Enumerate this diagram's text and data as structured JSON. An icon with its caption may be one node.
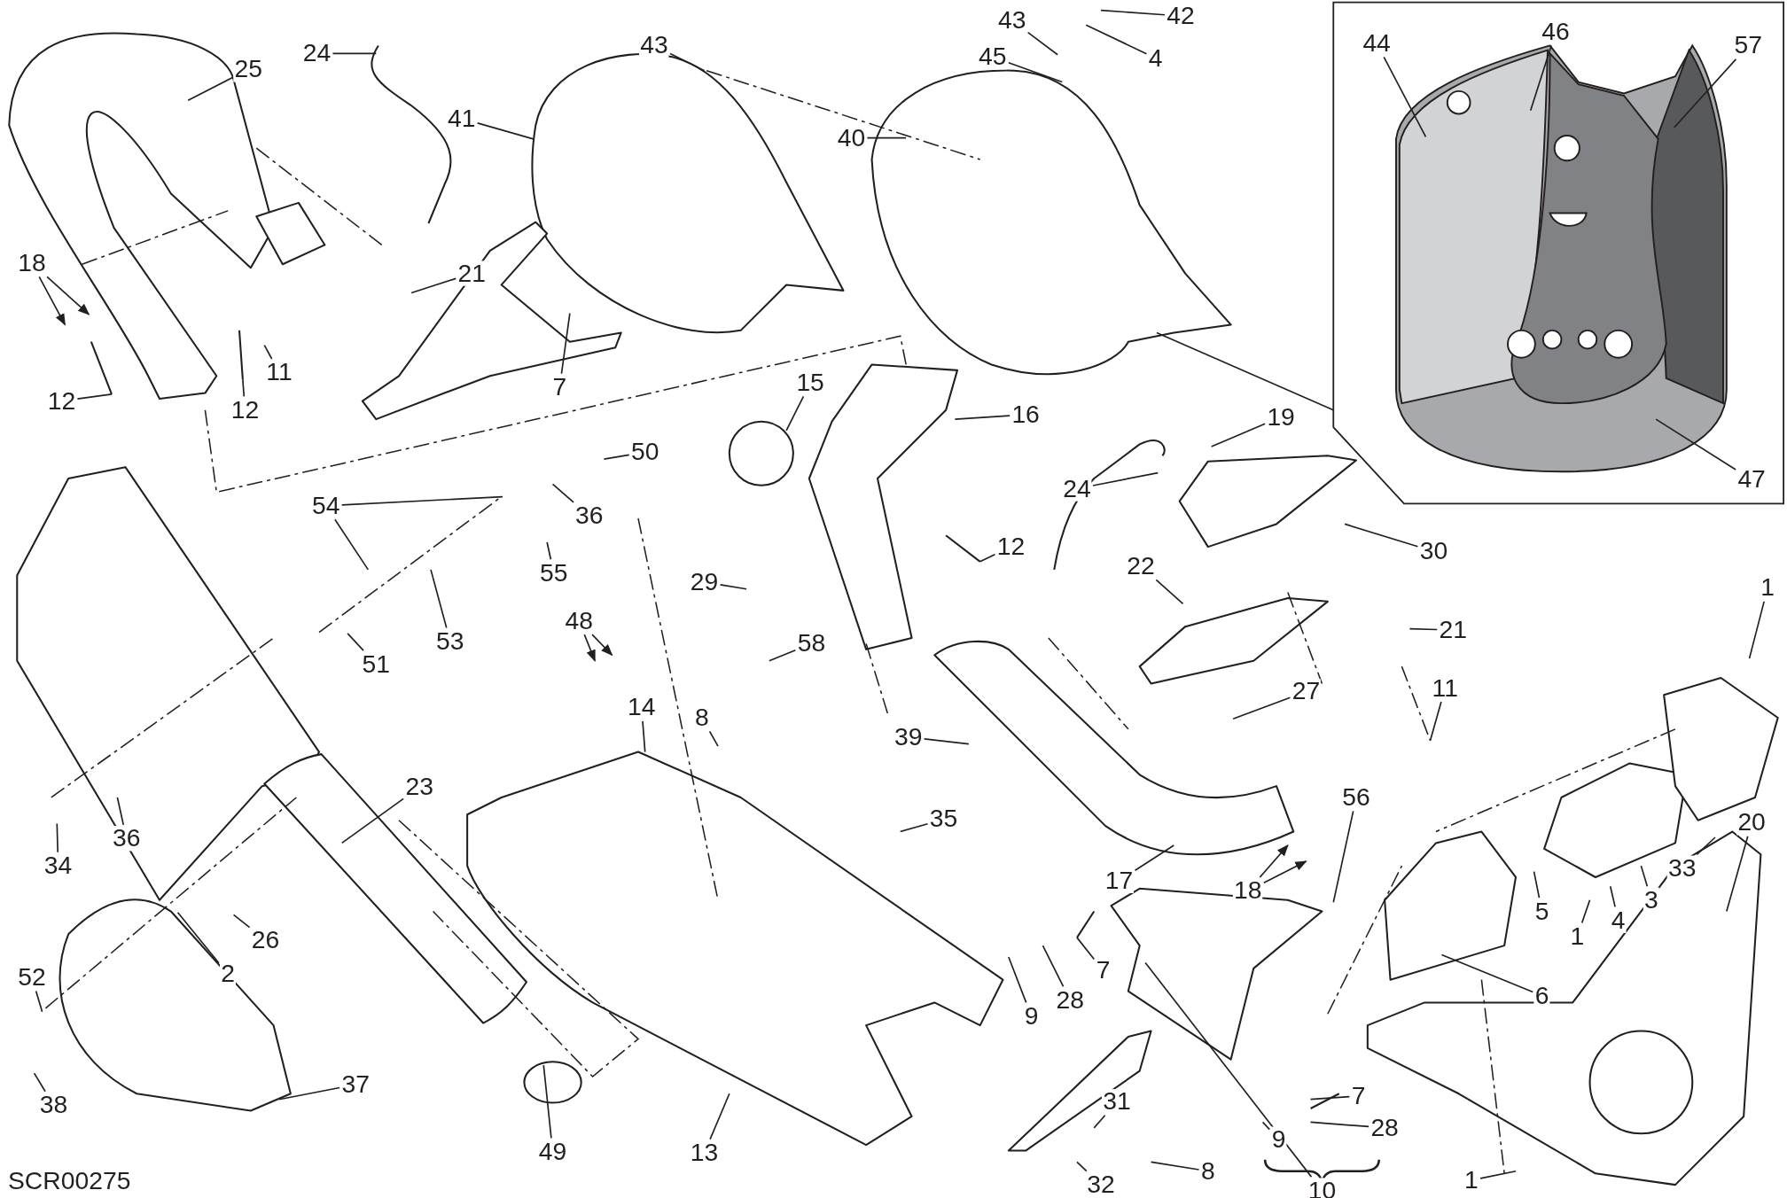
{
  "diagram": {
    "nodes": [
      {
        "text": [
          "25"
        ]
      },
      {
        "text": [
          "24"
        ]
      },
      {
        "text": [
          "41"
        ]
      },
      {
        "text": [
          "43"
        ]
      },
      {
        "text": [
          "40"
        ]
      },
      {
        "text": [
          "43"
        ]
      },
      {
        "text": [
          "42"
        ]
      },
      {
        "text": [
          "4"
        ]
      },
      {
        "text": [
          "45"
        ]
      },
      {
        "text": [],
        "shape": "box"
      },
      {
        "text": [
          "44"
        ],
        "in": 9
      },
      {
        "text": [
          "46"
        ],
        "in": 9
      },
      {
        "text": [
          "57"
        ],
        "in": 9
      },
      {
        "text": [
          "47"
        ],
        "in": 9
      },
      {
        "text": [
          "18"
        ]
      },
      {
        "text": [
          "21"
        ]
      },
      {
        "text": [
          "11"
        ]
      },
      {
        "text": [
          "12"
        ]
      },
      {
        "text": [
          "12"
        ]
      },
      {
        "text": [
          "7"
        ]
      },
      {
        "text": [
          "15"
        ]
      },
      {
        "text": [
          "16"
        ]
      },
      {
        "text": [
          "19"
        ]
      },
      {
        "text": [
          "24"
        ]
      },
      {
        "text": [
          "12"
        ]
      },
      {
        "text": [
          "30"
        ]
      },
      {
        "text": [
          "54"
        ]
      },
      {
        "text": [
          "50"
        ]
      },
      {
        "text": [
          "36"
        ]
      },
      {
        "text": [
          "55"
        ]
      },
      {
        "text": [
          "53"
        ]
      },
      {
        "text": [
          "29"
        ]
      },
      {
        "text": [
          "51"
        ]
      },
      {
        "text": [
          "48"
        ]
      },
      {
        "text": [
          "58"
        ]
      },
      {
        "text": [
          "22"
        ]
      },
      {
        "text": [
          "21"
        ]
      },
      {
        "text": [
          "1"
        ]
      },
      {
        "text": [
          "27"
        ]
      },
      {
        "text": [
          "11"
        ]
      },
      {
        "text": [
          "14"
        ]
      },
      {
        "text": [
          "8"
        ]
      },
      {
        "text": [
          "39"
        ]
      },
      {
        "text": [
          "23"
        ]
      },
      {
        "text": [
          "35"
        ]
      },
      {
        "text": [
          "36"
        ]
      },
      {
        "text": [
          "34"
        ]
      },
      {
        "text": [
          "17"
        ]
      },
      {
        "text": [
          "18"
        ]
      },
      {
        "text": [
          "56"
        ]
      },
      {
        "text": [
          "5"
        ]
      },
      {
        "text": [
          "1"
        ]
      },
      {
        "text": [
          "4"
        ]
      },
      {
        "text": [
          "3"
        ]
      },
      {
        "text": [
          "33"
        ]
      },
      {
        "text": [
          "20"
        ]
      },
      {
        "text": [
          "6"
        ]
      },
      {
        "text": [
          "7"
        ]
      },
      {
        "text": [
          "28"
        ]
      },
      {
        "text": [
          "9"
        ]
      },
      {
        "text": [
          "26"
        ]
      },
      {
        "text": [
          "2"
        ]
      },
      {
        "text": [
          "52"
        ]
      },
      {
        "text": [
          "37"
        ]
      },
      {
        "text": [
          "38"
        ]
      },
      {
        "text": [
          "31"
        ]
      },
      {
        "text": [
          "49"
        ]
      },
      {
        "text": [
          "13"
        ]
      },
      {
        "text": [
          "32"
        ]
      },
      {
        "text": [
          "8"
        ]
      },
      {
        "text": [
          "7"
        ]
      },
      {
        "text": [
          "28"
        ]
      },
      {
        "text": [
          "9"
        ]
      },
      {
        "text": [
          "10"
        ]
      },
      {
        "text": [
          "1"
        ]
      }
    ],
    "edges": [
      {
        "from": 0,
        "to": null,
        "arrow": "none"
      },
      {
        "from": 1,
        "to": null,
        "arrow": "none"
      },
      {
        "from": 2,
        "to": null,
        "arrow": "none"
      },
      {
        "from": 3,
        "to": null,
        "arrow": "none"
      },
      {
        "from": 4,
        "to": null,
        "arrow": "none"
      },
      {
        "from": 5,
        "to": null,
        "arrow": "none"
      },
      {
        "from": 6,
        "to": null,
        "arrow": "none"
      },
      {
        "from": 7,
        "to": null,
        "arrow": "none"
      },
      {
        "from": 8,
        "to": null,
        "arrow": "none"
      },
      {
        "from": 9,
        "to": null,
        "arrow": "none"
      },
      {
        "from": 10,
        "to": null,
        "arrow": "none"
      },
      {
        "from": 11,
        "to": null,
        "arrow": "none"
      },
      {
        "from": 12,
        "to": null,
        "arrow": "none"
      },
      {
        "from": 13,
        "to": null,
        "arrow": "none"
      },
      {
        "from": 14,
        "to": null,
        "arrow": "to"
      },
      {
        "from": 14,
        "to": null,
        "arrow": "to"
      },
      {
        "from": 15,
        "to": null,
        "arrow": "none"
      },
      {
        "from": 16,
        "to": null,
        "arrow": "none"
      },
      {
        "from": 17,
        "to": null,
        "arrow": "none"
      },
      {
        "from": 18,
        "to": null,
        "arrow": "none"
      },
      {
        "from": 19,
        "to": null,
        "arrow": "none"
      },
      {
        "from": 20,
        "to": null,
        "arrow": "none"
      },
      {
        "from": 21,
        "to": null,
        "arrow": "none"
      },
      {
        "from": 22,
        "to": null,
        "arrow": "none"
      },
      {
        "from": 23,
        "to": null,
        "arrow": "none"
      },
      {
        "from": 24,
        "to": null,
        "arrow": "none"
      },
      {
        "from": 25,
        "to": null,
        "arrow": "none"
      },
      {
        "from": 26,
        "to": null,
        "arrow": "none"
      },
      {
        "from": 26,
        "to": null,
        "arrow": "none"
      },
      {
        "from": 27,
        "to": null,
        "arrow": "none"
      },
      {
        "from": 28,
        "to": null,
        "arrow": "none"
      },
      {
        "from": 29,
        "to": null,
        "arrow": "none"
      },
      {
        "from": 30,
        "to": null,
        "arrow": "none"
      },
      {
        "from": 31,
        "to": null,
        "arrow": "none"
      },
      {
        "from": 32,
        "to": null,
        "arrow": "none"
      },
      {
        "from": 33,
        "to": null,
        "arrow": "to"
      },
      {
        "from": 33,
        "to": null,
        "arrow": "to"
      },
      {
        "from": 34,
        "to": null,
        "arrow": "none"
      },
      {
        "from": 35,
        "to": null,
        "arrow": "none"
      },
      {
        "from": 36,
        "to": null,
        "arrow": "none"
      },
      {
        "from": 37,
        "to": null,
        "arrow": "none"
      },
      {
        "from": 38,
        "to": null,
        "arrow": "none"
      },
      {
        "from": 39,
        "to": null,
        "arrow": "none"
      },
      {
        "from": 40,
        "to": null,
        "arrow": "none"
      },
      {
        "from": 41,
        "to": null,
        "arrow": "none"
      },
      {
        "from": 42,
        "to": null,
        "arrow": "none"
      },
      {
        "from": 43,
        "to": null,
        "arrow": "none"
      },
      {
        "from": 44,
        "to": null,
        "arrow": "none"
      },
      {
        "from": 45,
        "to": null,
        "arrow": "none"
      },
      {
        "from": 46,
        "to": null,
        "arrow": "none"
      },
      {
        "from": 47,
        "to": null,
        "arrow": "none"
      },
      {
        "from": 48,
        "to": null,
        "arrow": "to"
      },
      {
        "from": 48,
        "to": null,
        "arrow": "to"
      },
      {
        "from": 49,
        "to": null,
        "arrow": "none"
      },
      {
        "from": 50,
        "to": null,
        "arrow": "none"
      },
      {
        "from": 51,
        "to": null,
        "arrow": "none"
      },
      {
        "from": 52,
        "to": null,
        "arrow": "none"
      },
      {
        "from": 53,
        "to": null,
        "arrow": "none"
      },
      {
        "from": 54,
        "to": null,
        "arrow": "none"
      },
      {
        "from": 55,
        "to": null,
        "arrow": "none"
      },
      {
        "from": 56,
        "to": null,
        "arrow": "none"
      },
      {
        "from": 57,
        "to": null,
        "arrow": "none"
      },
      {
        "from": 58,
        "to": null,
        "arrow": "none"
      },
      {
        "from": 59,
        "to": null,
        "arrow": "none"
      },
      {
        "from": 60,
        "to": null,
        "arrow": "none"
      },
      {
        "from": 61,
        "to": null,
        "arrow": "none"
      },
      {
        "from": 62,
        "to": null,
        "arrow": "none"
      },
      {
        "from": 63,
        "to": null,
        "arrow": "none"
      },
      {
        "from": 64,
        "to": null,
        "arrow": "none"
      },
      {
        "from": 65,
        "to": null,
        "arrow": "none"
      },
      {
        "from": 66,
        "to": null,
        "arrow": "none"
      },
      {
        "from": 67,
        "to": null,
        "arrow": "none"
      },
      {
        "from": 68,
        "to": null,
        "arrow": "none"
      },
      {
        "from": 69,
        "to": null,
        "arrow": "none"
      },
      {
        "from": 70,
        "to": null,
        "arrow": "none"
      },
      {
        "from": 71,
        "to": null,
        "arrow": "none"
      },
      {
        "from": 72,
        "to": null,
        "arrow": "none"
      },
      {
        "from": 73,
        "to": null,
        "arrow": "none"
      },
      {
        "from": 74,
        "to": null,
        "arrow": "none"
      }
    ],
    "labels": [
      "SCR00275"
    ]
  }
}
